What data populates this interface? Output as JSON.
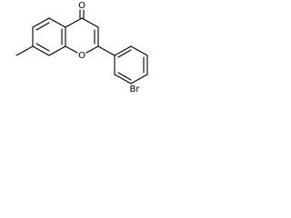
{
  "atoms": {
    "carbonyl_oxygen": "O",
    "ring_oxygen": "O",
    "bromine": "Br"
  }
}
